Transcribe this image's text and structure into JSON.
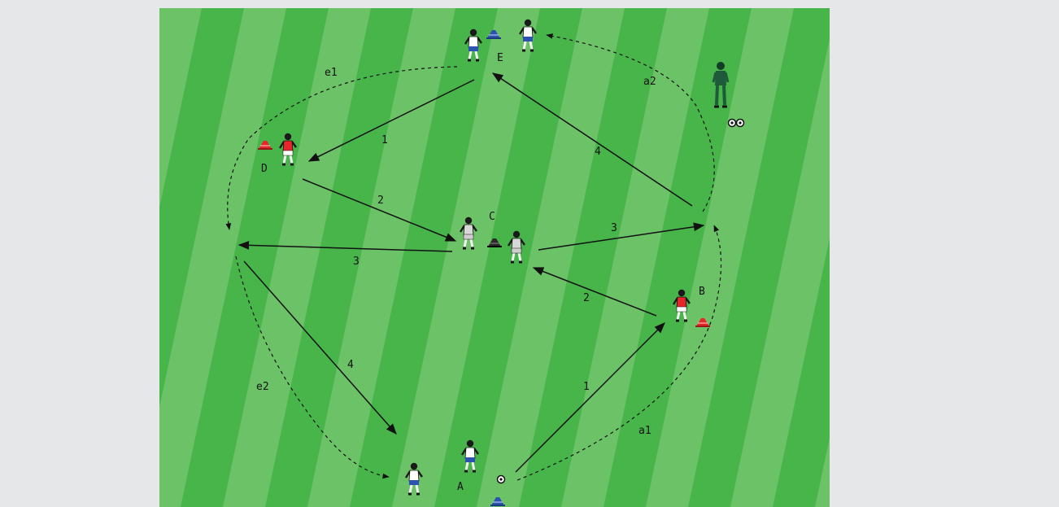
{
  "colors": {
    "stripe_light": "#6cc267",
    "stripe_dark": "#48b54b",
    "page_background": "#e6e7e9",
    "red_team": "#e8262a",
    "white_team": "#ffffff",
    "shorts_blue": "#2c53b0",
    "coach": "#1f5a3a",
    "cone_blue": "#2c53b0",
    "cone_red": "#e8262a",
    "cone_black": "#222222"
  },
  "positions": [
    {
      "id": "A",
      "label": "A"
    },
    {
      "id": "B",
      "label": "B"
    },
    {
      "id": "C",
      "label": "C"
    },
    {
      "id": "D",
      "label": "D"
    },
    {
      "id": "E",
      "label": "E"
    }
  ],
  "pass_labels": {
    "p1_lower": "1",
    "p1_upper": "1",
    "p2_right": "2",
    "p2_left": "2",
    "p3_right": "3",
    "p3_left": "3",
    "p4_left": "4",
    "p4_right": "4"
  },
  "run_labels": {
    "a1": "a1",
    "a2": "a2",
    "e1": "e1",
    "e2": "e2"
  },
  "icons": {
    "player": "player-icon",
    "cone": "cone-icon",
    "ball": "ball-icon",
    "coach": "coach-icon"
  }
}
